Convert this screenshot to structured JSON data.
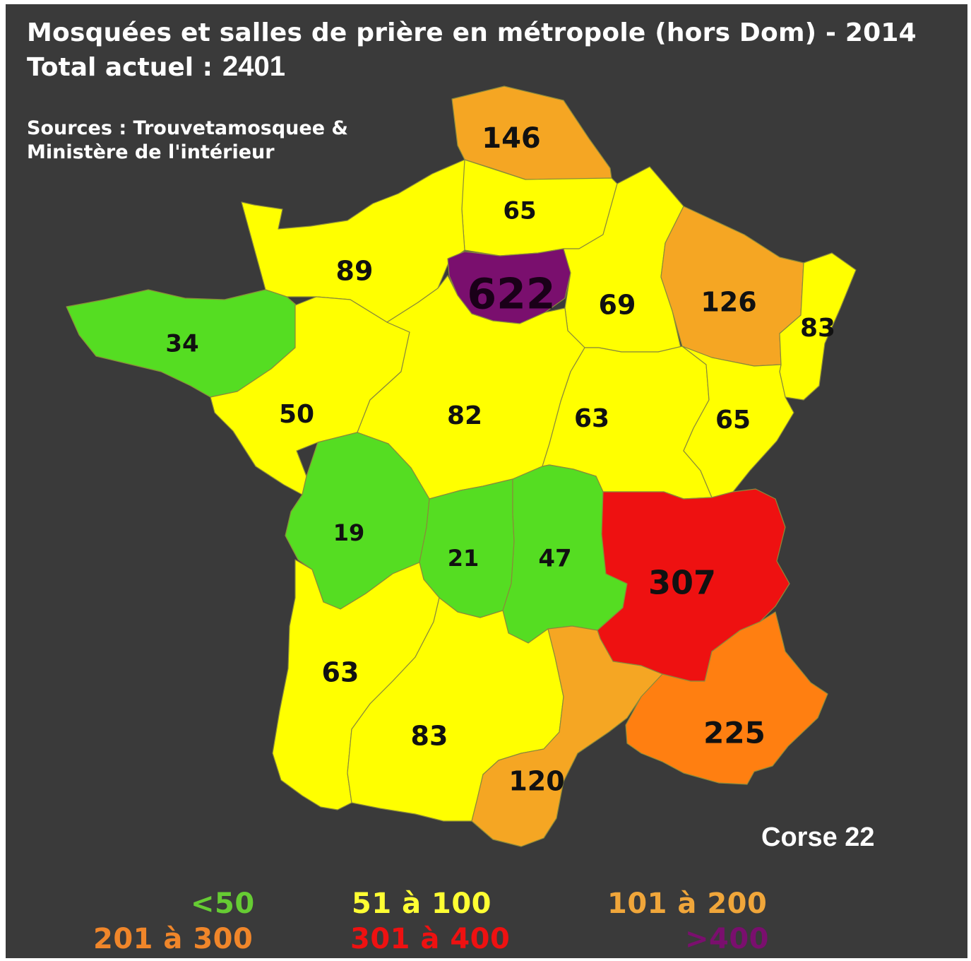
{
  "title": "Mosquées et salles de prière en métropole (hors Dom) - 2014",
  "total_label": "Total actuel :",
  "total_value": "2401",
  "sources_line1": "Sources : Trouvetamosquee &",
  "sources_line2": "Ministère de l'intérieur",
  "corse_label": "Corse 22",
  "colors": {
    "background": "#3a3a3a",
    "lt50": "#55dd22",
    "r51_100": "#ffff00",
    "r101_200": "#f5a623",
    "r201_300": "#ff7f11",
    "r301_400": "#ee1111",
    "gt400": "#7a0f6e"
  },
  "legend": [
    {
      "label": "<50",
      "color": "#66cc33"
    },
    {
      "label": "51 à 100",
      "color": "#ffff33"
    },
    {
      "label": "101 à 200",
      "color": "#f0a63a"
    },
    {
      "label": "201 à 300",
      "color": "#f0862a"
    },
    {
      "label": "301 à 400",
      "color": "#ee1111"
    },
    {
      "label": ">400",
      "color": "#7a0f6e"
    }
  ],
  "regions": [
    {
      "name": "Nord-Pas-de-Calais",
      "value": "146",
      "category": "r101_200"
    },
    {
      "name": "Picardie",
      "value": "65",
      "category": "r51_100"
    },
    {
      "name": "Normandie",
      "value": "89",
      "category": "r51_100"
    },
    {
      "name": "Île-de-France",
      "value": "622",
      "category": "gt400"
    },
    {
      "name": "Champagne-Ardenne",
      "value": "69",
      "category": "r51_100"
    },
    {
      "name": "Lorraine",
      "value": "126",
      "category": "r101_200"
    },
    {
      "name": "Alsace",
      "value": "83",
      "category": "r51_100"
    },
    {
      "name": "Bretagne",
      "value": "34",
      "category": "lt50"
    },
    {
      "name": "Pays de la Loire",
      "value": "50",
      "category": "r51_100"
    },
    {
      "name": "Centre",
      "value": "82",
      "category": "r51_100"
    },
    {
      "name": "Bourgogne",
      "value": "63",
      "category": "r51_100"
    },
    {
      "name": "Franche-Comté",
      "value": "65",
      "category": "r51_100"
    },
    {
      "name": "Poitou-Charentes",
      "value": "19",
      "category": "lt50"
    },
    {
      "name": "Limousin",
      "value": "21",
      "category": "lt50"
    },
    {
      "name": "Auvergne",
      "value": "47",
      "category": "lt50"
    },
    {
      "name": "Rhône-Alpes",
      "value": "307",
      "category": "r301_400"
    },
    {
      "name": "Aquitaine",
      "value": "63",
      "category": "r51_100"
    },
    {
      "name": "Midi-Pyrénées",
      "value": "83",
      "category": "r51_100"
    },
    {
      "name": "Languedoc-Roussillon",
      "value": "120",
      "category": "r101_200"
    },
    {
      "name": "Provence-Alpes-Côte d'Azur",
      "value": "225",
      "category": "r201_300"
    }
  ]
}
